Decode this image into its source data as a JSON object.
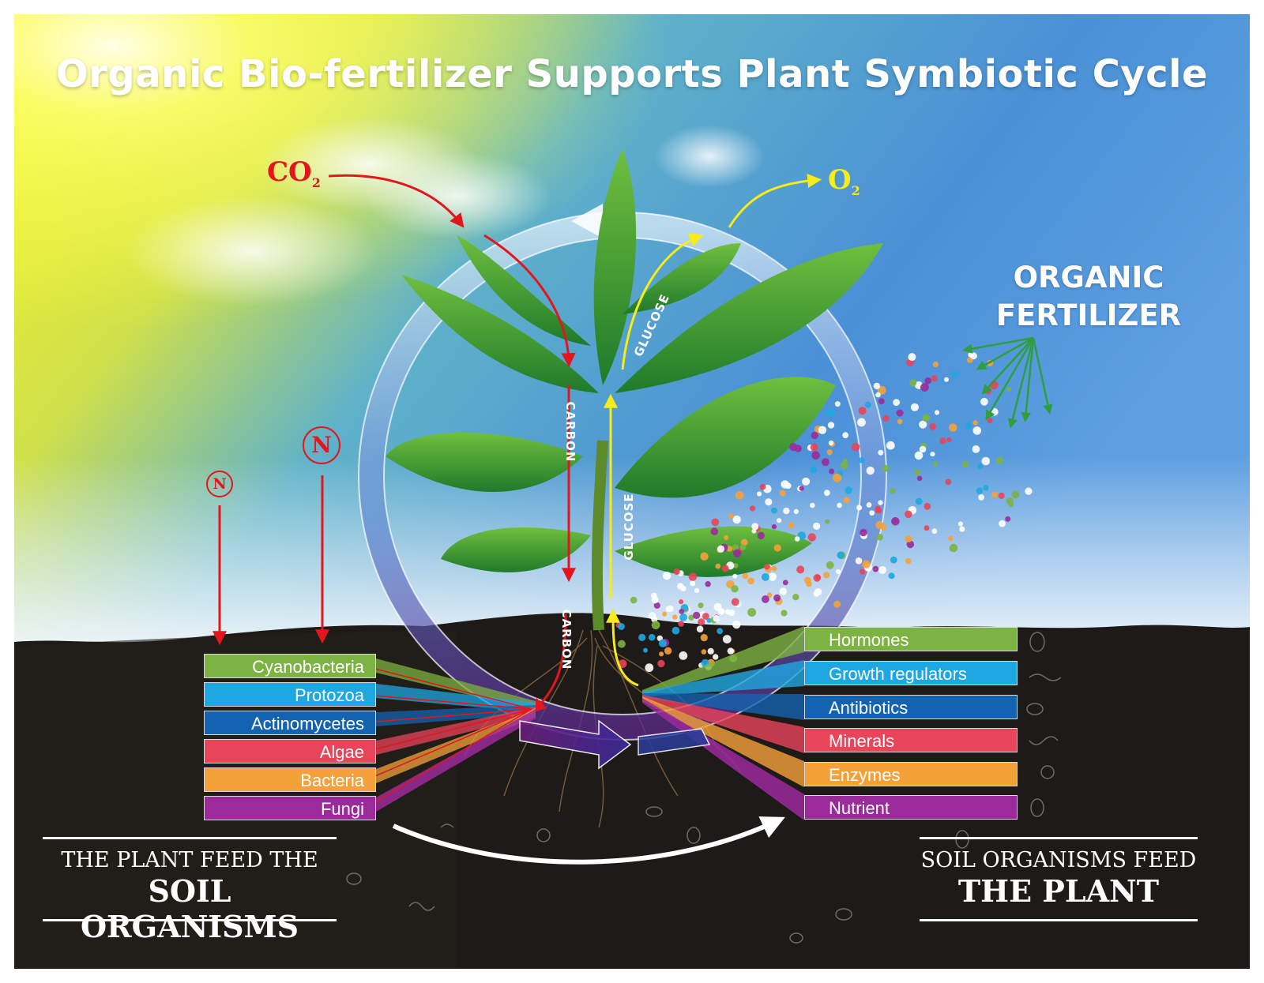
{
  "title": "Organic Bio-fertilizer Supports Plant Symbiotic Cycle",
  "fertilizer_label": [
    "ORGANIC",
    "FERTILIZER"
  ],
  "co2": {
    "main": "CO",
    "sub": "2"
  },
  "o2": {
    "main": "O",
    "sub": "2"
  },
  "nitrogen_symbol": "N",
  "flow_labels": {
    "carbon": "CARBON",
    "glucose": "GLUCOSE"
  },
  "left_organisms": [
    {
      "label": "Cyanobacteria",
      "color": "#7cb342"
    },
    {
      "label": "Protozoa",
      "color": "#1ea7e1"
    },
    {
      "label": "Actinomycetes",
      "color": "#1463b0"
    },
    {
      "label": "Algae",
      "color": "#e8445a"
    },
    {
      "label": "Bacteria",
      "color": "#f5a13a"
    },
    {
      "label": "Fungi",
      "color": "#9b2a9b"
    }
  ],
  "right_outputs": [
    {
      "label": "Hormones",
      "color": "#7cb342"
    },
    {
      "label": "Growth regulators",
      "color": "#1ea7e1"
    },
    {
      "label": "Antibiotics",
      "color": "#1463b0"
    },
    {
      "label": "Minerals",
      "color": "#e8445a"
    },
    {
      "label": "Enzymes",
      "color": "#f5a13a"
    },
    {
      "label": "Nutrient",
      "color": "#9b2a9b"
    }
  ],
  "caption_left": {
    "line1": "THE PLANT FEED THE",
    "line2": "SOIL ORGANISMS"
  },
  "caption_right": {
    "line1": "SOIL ORGANISMS FEED",
    "line2": "THE PLANT"
  },
  "colors": {
    "carbon_arrow": "#e3161d",
    "glucose_arrow": "#f6ec17",
    "fertilizer_arrows": "#2e9e3f",
    "soil": "#1e1a17"
  }
}
